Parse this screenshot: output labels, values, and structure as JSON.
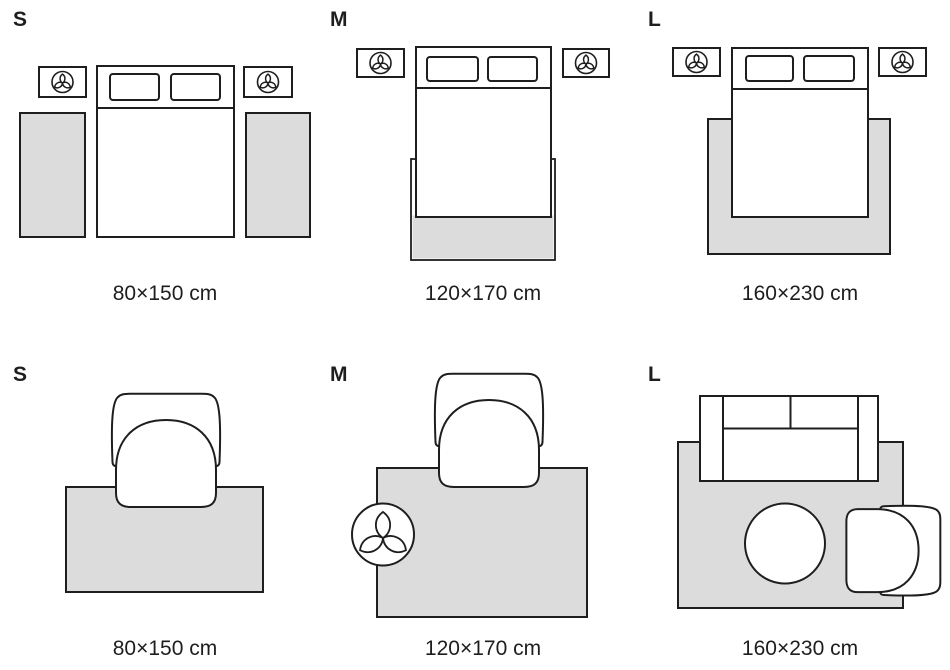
{
  "colors": {
    "stroke": "#1e1e1e",
    "rug_fill": "#dcdcdc",
    "furniture_fill": "#ffffff",
    "text": "#1e1e1e"
  },
  "icons": {
    "nightstand_decor": "plant-icon",
    "floor_decor": "plant-icon"
  },
  "sections": {
    "bedroom": {
      "panels": [
        {
          "size_label": "S",
          "dimensions": "80×150 cm"
        },
        {
          "size_label": "M",
          "dimensions": "120×170 cm"
        },
        {
          "size_label": "L",
          "dimensions": "160×230 cm"
        }
      ]
    },
    "living_room": {
      "panels": [
        {
          "size_label": "S",
          "dimensions": "80×150 cm"
        },
        {
          "size_label": "M",
          "dimensions": "120×170 cm"
        },
        {
          "size_label": "L",
          "dimensions": "160×230 cm"
        }
      ]
    }
  }
}
